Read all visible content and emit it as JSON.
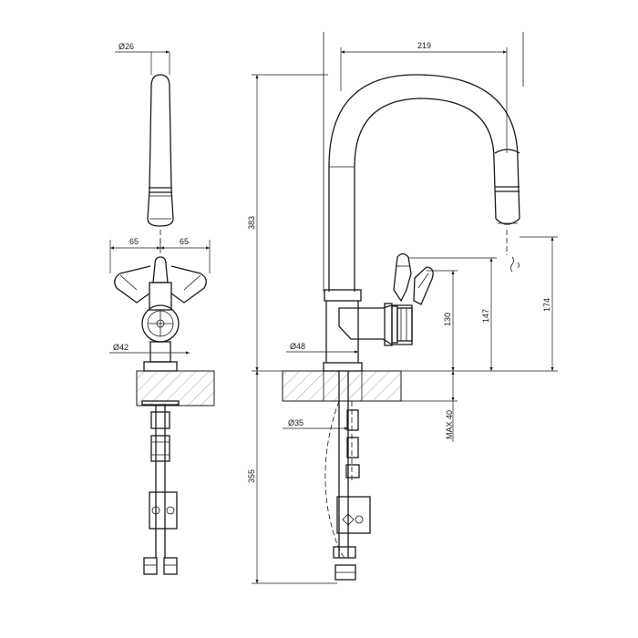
{
  "drawing": {
    "dims": {
      "d26": "Ø26",
      "w65_left": "65",
      "w65_right": "65",
      "d42": "Ø42",
      "w219": "219",
      "h383": "383",
      "d48": "Ø48",
      "h130": "130",
      "h147": "147",
      "h174": "174",
      "max40": "MAX 40",
      "d35": "Ø35",
      "h355": "355"
    }
  }
}
